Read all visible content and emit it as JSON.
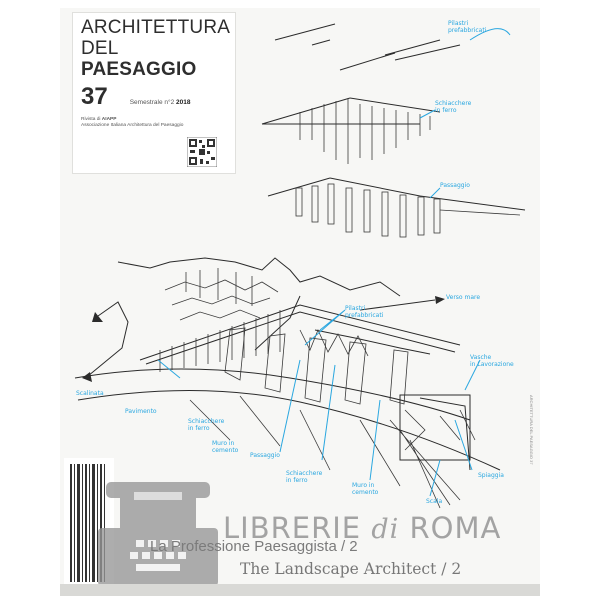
{
  "masthead": {
    "title_line1": "ARCHITETTURA",
    "title_line2_prefix": "DEL ",
    "title_line2_bold": "PAESAGGIO",
    "issue_number": "37",
    "issue_info_prefix": "Semestrale n°2 ",
    "issue_info_year": "2018",
    "journal_note_prefix": "Rivista di ",
    "journal_note_brand": "AIAPP",
    "journal_note_rest": "Associazione Italiana Architettura del Paesaggio"
  },
  "annotations": [
    "Pilastri\nprefabbricati",
    "Schiacchere\nin ferro",
    "Passaggio",
    "Pilastri\nprefabbricati",
    "Verso mare",
    "Vasche\nin Lavorazione",
    "Scalinata",
    "Pavimento",
    "Schiacchere\nin ferro",
    "Muro in\ncemento",
    "Passaggio",
    "Schiacchere\nin ferro",
    "Muro in\ncemento",
    "Scala",
    "Spiaggia"
  ],
  "subtitles": {
    "line1": "La Professione Paesaggista / 2",
    "line2": "The Landscape Architect / 2"
  },
  "watermark": {
    "word1": "LIBRERIE ",
    "word2": "di",
    "word3": " ROMA"
  },
  "spine": "ARCHITETTURA DEL PAESAGGIO 37"
}
